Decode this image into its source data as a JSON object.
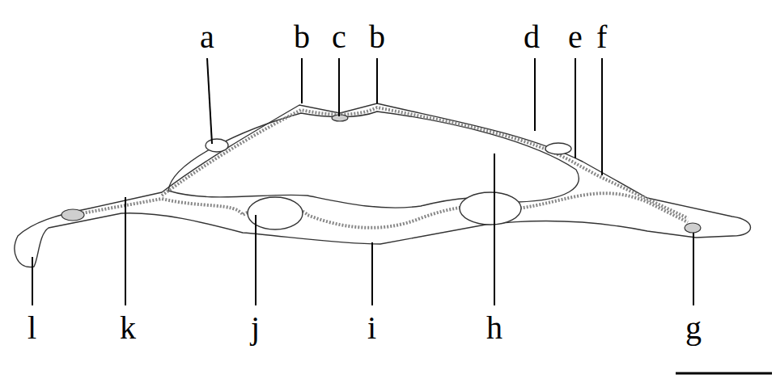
{
  "diagram": {
    "labels": [
      "a",
      "b",
      "c",
      "b",
      "d",
      "e",
      "f",
      "l",
      "k",
      "j",
      "i",
      "h",
      "g"
    ]
  }
}
